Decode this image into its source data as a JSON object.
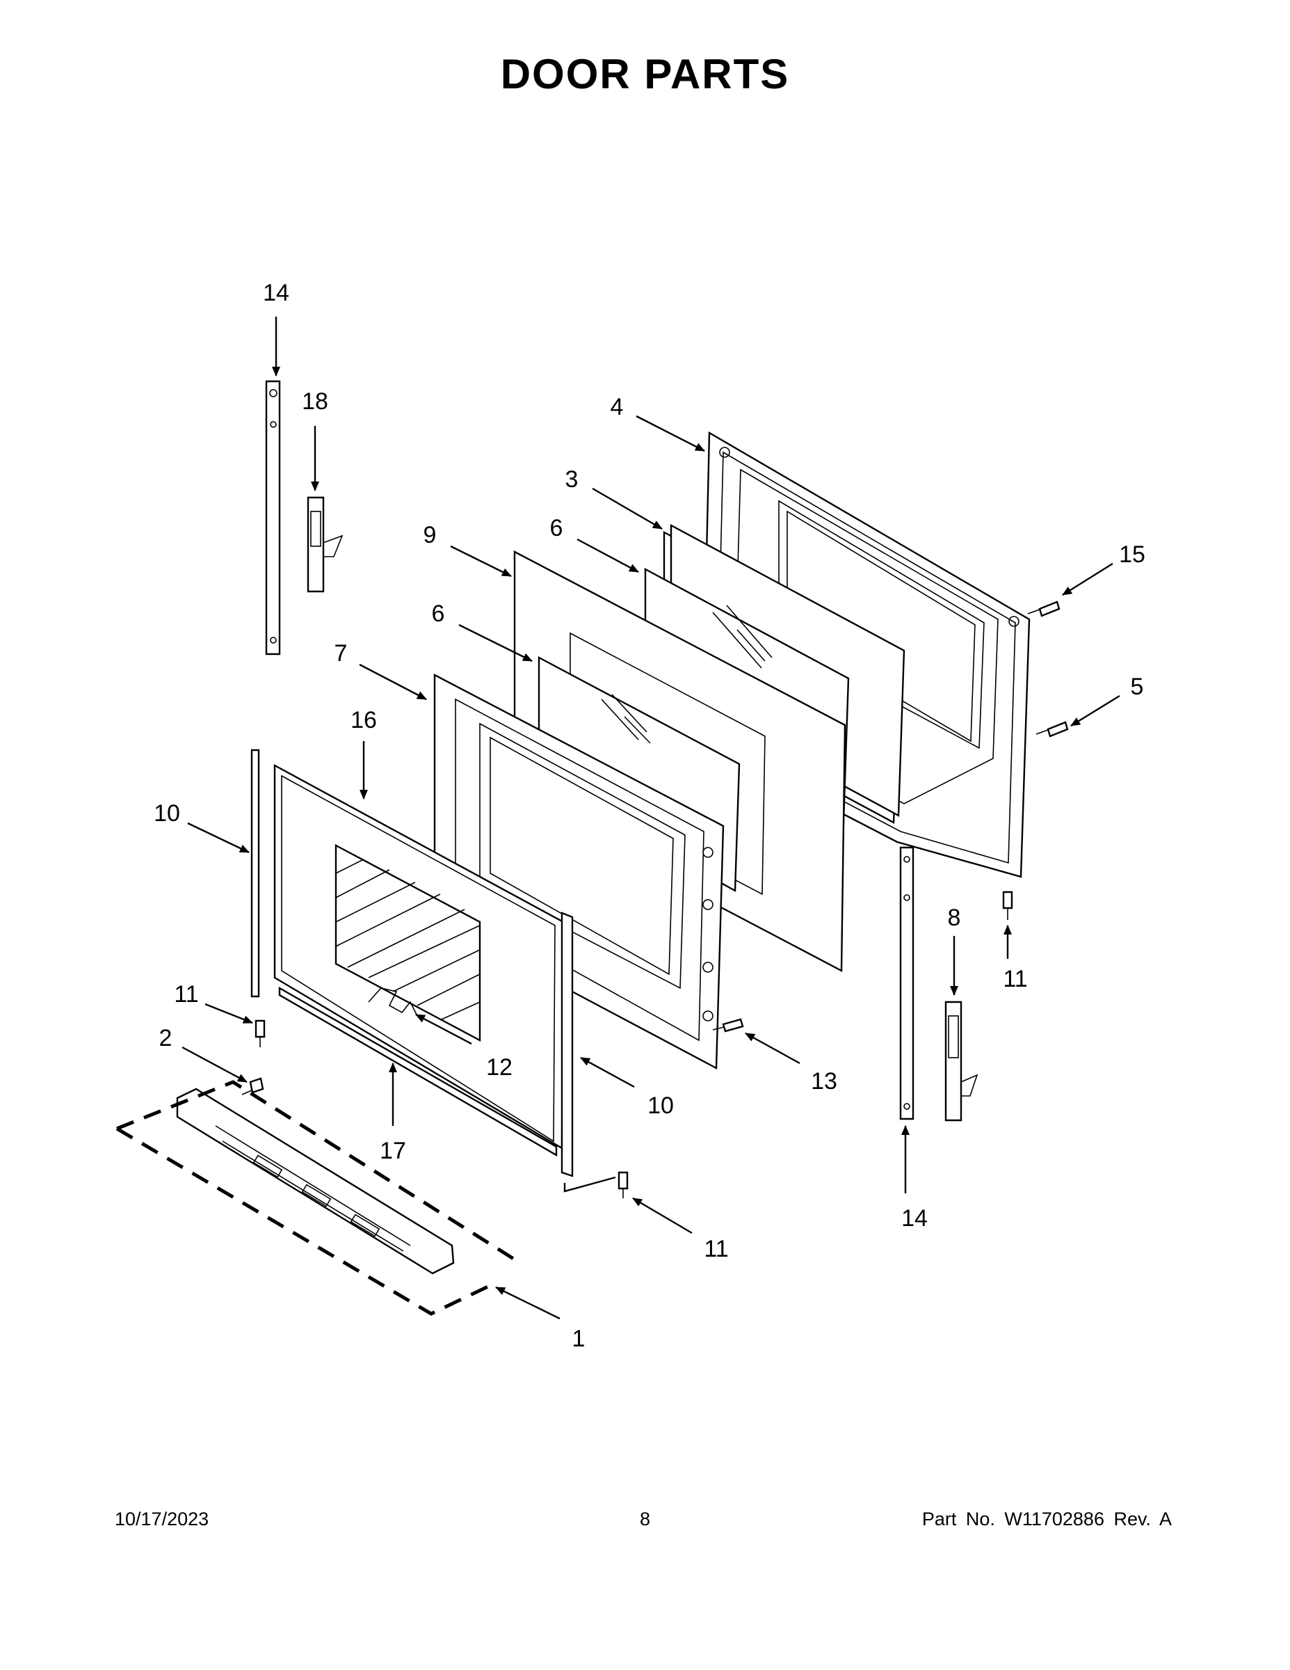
{
  "page": {
    "title": "DOOR PARTS",
    "date": "10/17/2023",
    "page_number": "8",
    "part_number": "Part No.  W11702886  Rev.  A"
  },
  "callouts": [
    {
      "id": "c14a",
      "label": "14"
    },
    {
      "id": "c18",
      "label": "18"
    },
    {
      "id": "c4",
      "label": "4"
    },
    {
      "id": "c3",
      "label": "3"
    },
    {
      "id": "c9",
      "label": "9"
    },
    {
      "id": "c6a",
      "label": "6"
    },
    {
      "id": "c15",
      "label": "15"
    },
    {
      "id": "c6b",
      "label": "6"
    },
    {
      "id": "c7",
      "label": "7"
    },
    {
      "id": "c5",
      "label": "5"
    },
    {
      "id": "c16",
      "label": "16"
    },
    {
      "id": "c10a",
      "label": "10"
    },
    {
      "id": "c8",
      "label": "8"
    },
    {
      "id": "c11a",
      "label": "11"
    },
    {
      "id": "c11b",
      "label": "11"
    },
    {
      "id": "c2",
      "label": "2"
    },
    {
      "id": "c12",
      "label": "12"
    },
    {
      "id": "c13",
      "label": "13"
    },
    {
      "id": "c10b",
      "label": "10"
    },
    {
      "id": "c17",
      "label": "17"
    },
    {
      "id": "c14b",
      "label": "14"
    },
    {
      "id": "c11c",
      "label": "11"
    },
    {
      "id": "c1",
      "label": "1"
    }
  ]
}
